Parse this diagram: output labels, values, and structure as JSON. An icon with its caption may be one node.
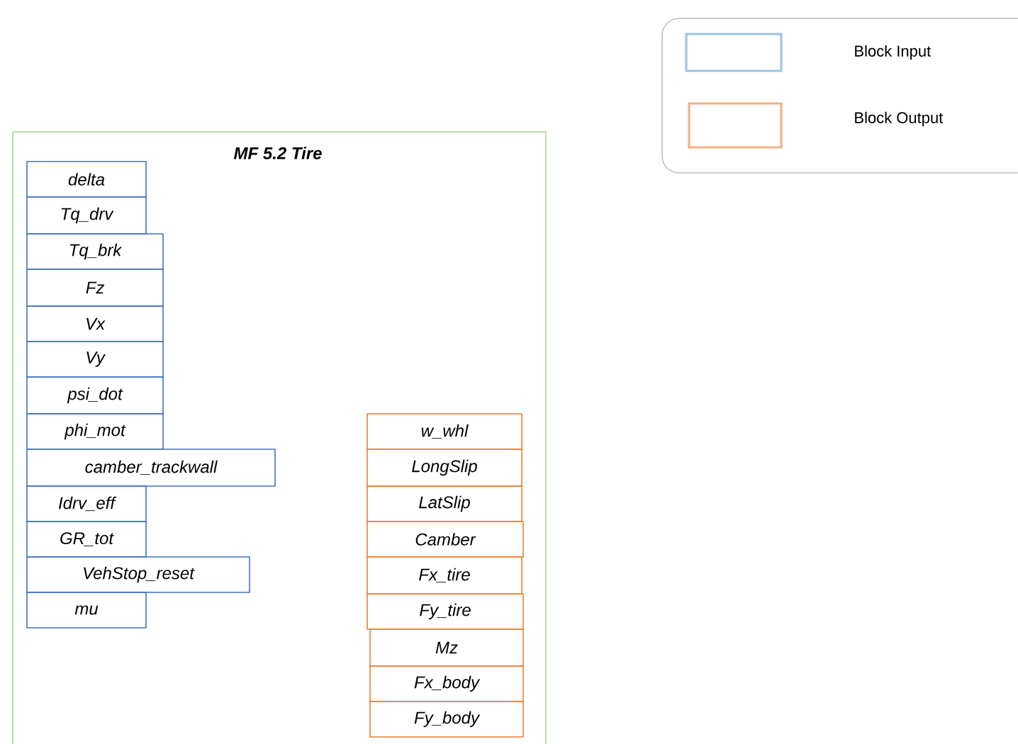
{
  "diagram": {
    "nodes": [
      {
        "text": [
          "MF 5.2 Tire"
        ]
      },
      {
        "text": [
          "delta"
        ],
        "in": 0
      },
      {
        "text": [
          "Tq_drv"
        ],
        "in": 0
      },
      {
        "text": [
          "Tq_brk"
        ],
        "in": 0
      },
      {
        "text": [
          "Fz"
        ],
        "in": 0
      },
      {
        "text": [
          "Vx"
        ],
        "in": 0
      },
      {
        "text": [
          "Vy"
        ],
        "in": 0
      },
      {
        "text": [
          "psi_dot"
        ],
        "in": 0
      },
      {
        "text": [
          "phi_mot"
        ],
        "in": 0
      },
      {
        "text": [
          "camber_trackwall"
        ],
        "in": 0
      },
      {
        "text": [
          "Idrv_eff"
        ],
        "in": 0
      },
      {
        "text": [
          "GR_tot"
        ],
        "in": 0
      },
      {
        "text": [
          "VehStop_reset"
        ],
        "in": 0
      },
      {
        "text": [
          "mu"
        ],
        "in": 0
      },
      {
        "text": [
          "w_whl"
        ],
        "in": 0
      },
      {
        "text": [
          "LongSlip"
        ],
        "in": 0
      },
      {
        "text": [
          "LatSlip"
        ],
        "in": 0
      },
      {
        "text": [
          "Camber"
        ],
        "in": 0
      },
      {
        "text": [
          "Fx_tire"
        ],
        "in": 0
      },
      {
        "text": [
          "Fy_tire"
        ],
        "in": 0
      },
      {
        "text": [
          "Mz"
        ],
        "in": 0
      },
      {
        "text": [
          "Fx_body"
        ],
        "in": 0
      },
      {
        "text": [
          "Fy_body"
        ],
        "in": 0
      }
    ],
    "legend": [
      {
        "text": "Block Input",
        "color": "#9dc3e6"
      },
      {
        "text": "Block Output",
        "color": "#f4b183"
      }
    ]
  }
}
